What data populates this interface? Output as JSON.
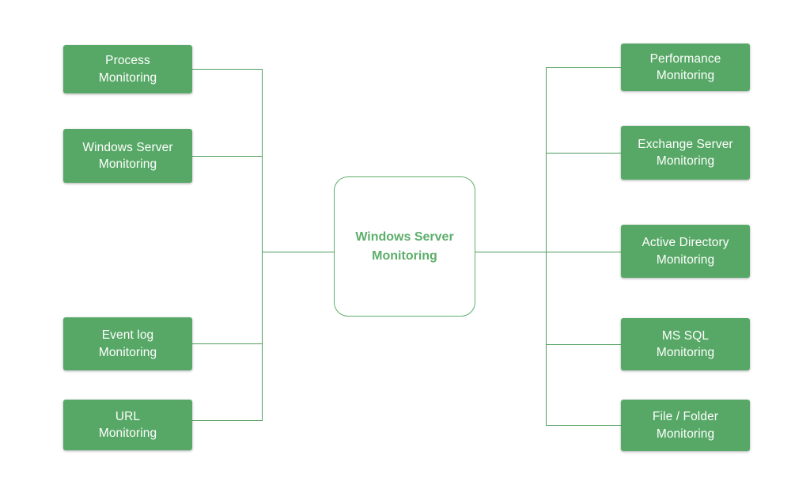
{
  "diagram": {
    "title": "Windows Server Monitoring",
    "colors": {
      "node_fill": "#57A866",
      "node_text": "#FFFFFF",
      "hub_border": "#5DAE6B",
      "hub_text": "#5DAE6B",
      "connector": "#4E9E5E",
      "background": "#FFFFFF"
    },
    "hub": {
      "label": "Windows Server\nMonitoring"
    },
    "left_branch": {
      "nodes": [
        {
          "id": "process-monitoring",
          "label": "Process\nMonitoring"
        },
        {
          "id": "windows-server-monitoring",
          "label": "Windows Server\nMonitoring"
        },
        {
          "id": "event-log-monitoring",
          "label": "Event log\nMonitoring"
        },
        {
          "id": "url-monitoring",
          "label": "URL\nMonitoring"
        }
      ]
    },
    "right_branch": {
      "nodes": [
        {
          "id": "performance-monitoring",
          "label": "Performance\nMonitoring"
        },
        {
          "id": "exchange-server-monitoring",
          "label": "Exchange Server\nMonitoring"
        },
        {
          "id": "active-directory-monitoring",
          "label": "Active Directory\nMonitoring"
        },
        {
          "id": "ms-sql-monitoring",
          "label": "MS SQL\nMonitoring"
        },
        {
          "id": "file-folder-monitoring",
          "label": "File / Folder\nMonitoring"
        }
      ]
    }
  }
}
